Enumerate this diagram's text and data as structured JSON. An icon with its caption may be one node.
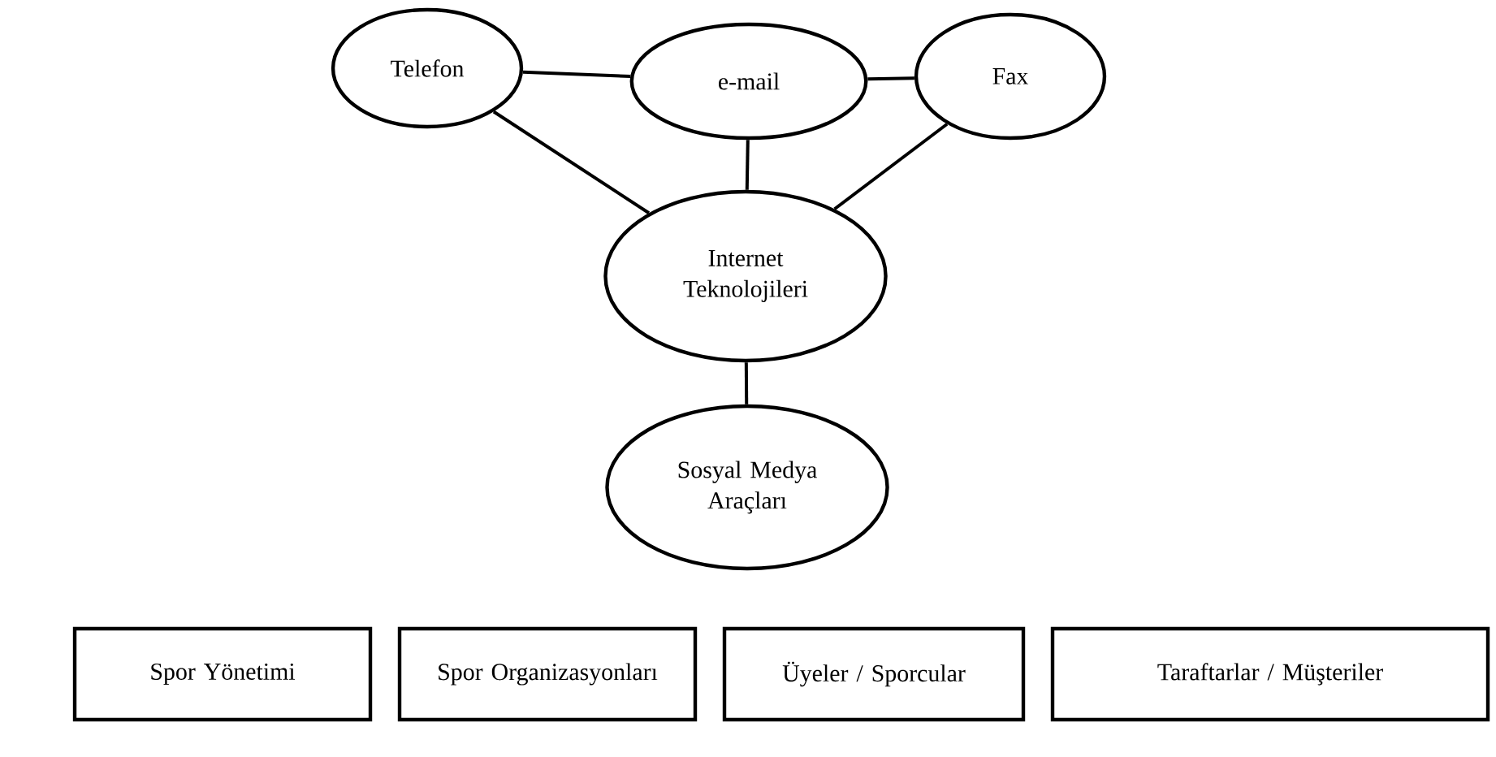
{
  "diagram": {
    "nodes": [
      {
        "text": [
          "Telefon"
        ]
      },
      {
        "text": [
          "e-mail"
        ]
      },
      {
        "text": [
          "Fax"
        ]
      },
      {
        "text": [
          "Internet Teknolojileri"
        ]
      },
      {
        "text": [
          "Sosyal Medya Araçları"
        ]
      },
      {
        "text": [
          "Spor Yönetimi"
        ]
      },
      {
        "text": [
          "Spor Organizasyonları"
        ]
      },
      {
        "text": [
          "Üyeler / Sporcular"
        ]
      },
      {
        "text": [
          "Taraftarlar / Müşteriler"
        ]
      }
    ],
    "edges": [
      {
        "from": 0,
        "to": 1,
        "arrow": "none"
      },
      {
        "from": 1,
        "to": 2,
        "arrow": "none"
      },
      {
        "from": 0,
        "to": 3,
        "arrow": "none"
      },
      {
        "from": 1,
        "to": 3,
        "arrow": "none"
      },
      {
        "from": 2,
        "to": 3,
        "arrow": "none"
      },
      {
        "from": 3,
        "to": 4,
        "arrow": "none"
      }
    ]
  }
}
